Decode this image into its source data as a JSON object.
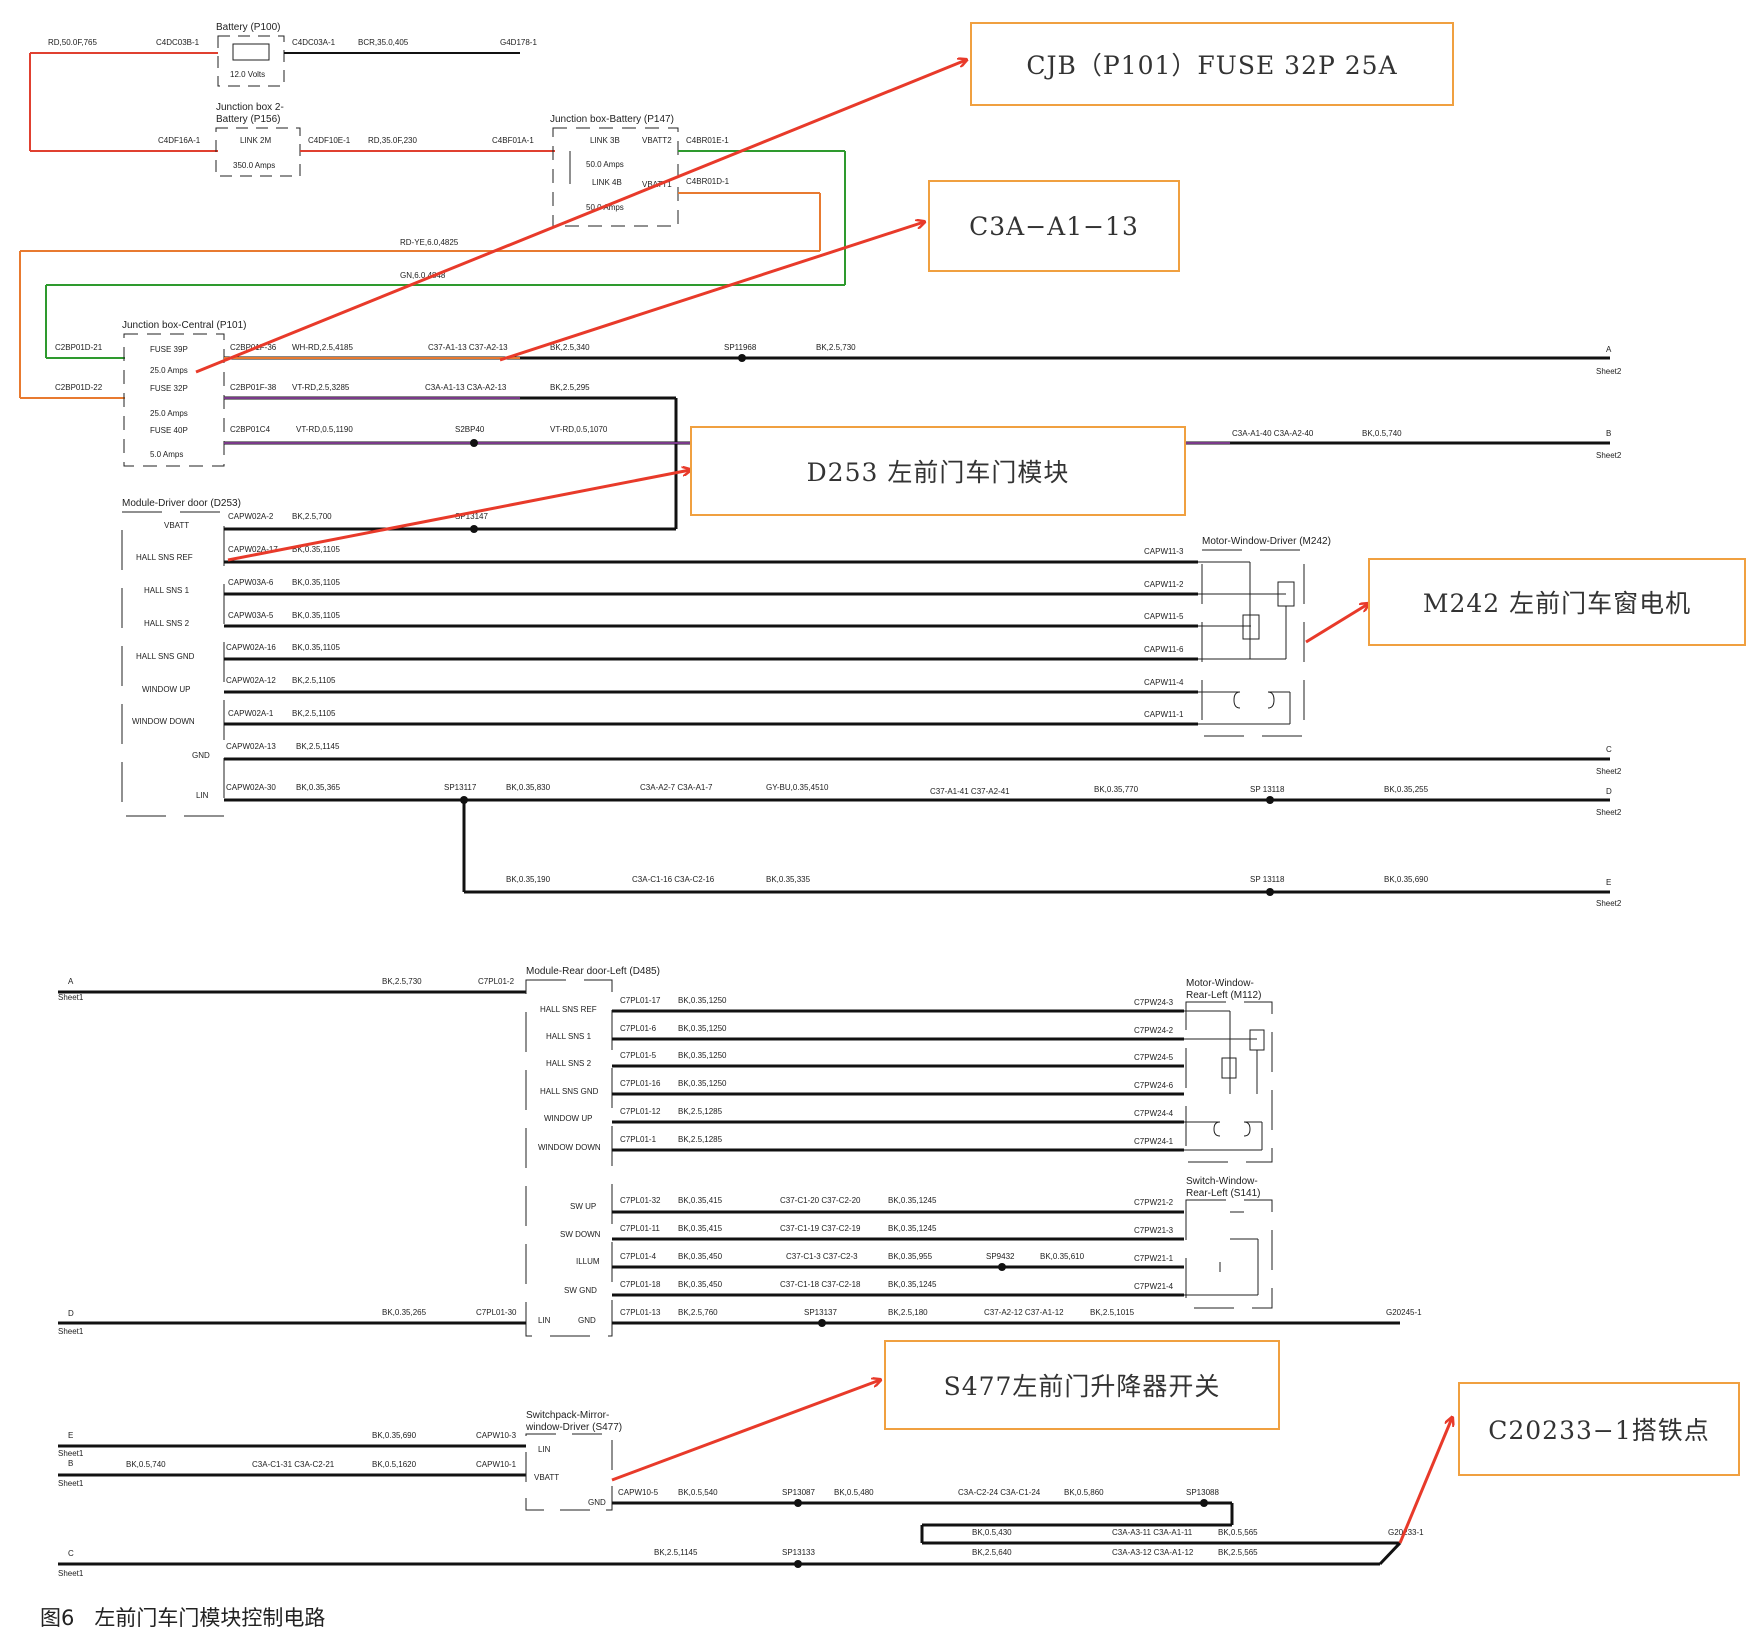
{
  "callouts": {
    "cjb": "CJB（P101）FUSE 32P 25A",
    "c3a": "C3A−A1−13",
    "d253": "D253 左前门车门模块",
    "m242": "M242 左前门车窗电机",
    "s477": "S477左前门升降器开关",
    "c20233": "C20233−1搭铁点"
  },
  "caption": {
    "fig": "图6",
    "title": "左前门车门模块控制电路"
  },
  "colors": {
    "callout_border": "#f0a040",
    "arrow": "#e83a2a",
    "wire_red": "#e04030",
    "wire_green": "#2e9a2e",
    "wire_orange": "#e87a30",
    "wire_black": "#111111",
    "wire_violet": "#7a3a8a"
  },
  "components": {
    "battery": "Battery (P100)",
    "battery_volts": "12.0 Volts",
    "jb2_line1": "Junction box 2-",
    "jb2_line2": "Battery (P156)",
    "jb2_link": "LINK 2M",
    "jb2_amps": "350.0 Amps",
    "jbb": "Junction box-Battery (P147)",
    "jbb_link3b": "LINK 3B",
    "jbb_amps1": "50.0 Amps",
    "jbb_link4b": "LINK 4B",
    "jbb_amps2": "50.0 Amps",
    "jbb_vbatt1": "VBATT2",
    "jbb_vbatt2": "VBATT1",
    "cjb": "Junction box-Central (P101)",
    "fuse39": "FUSE 39P",
    "fuse32": "FUSE 32P",
    "fuse40": "FUSE 40P",
    "a25_1": "25.0 Amps",
    "a25_2": "25.0 Amps",
    "a5": "5.0 Amps",
    "dd": "Module-Driver door (D253)",
    "motor": "Motor-Window-Driver (M242)",
    "rd": "Module-Rear door-Left (D485)",
    "motor_rl1": "Motor-Window-",
    "motor_rl2": "Rear-Left (M112)",
    "sw_rl1": "Switch-Window-",
    "sw_rl2": "Rear-Left (S141)",
    "sp1": "Switchpack-Mirror-",
    "sp2": "window-Driver (S477)"
  },
  "pins_driver": [
    "VBATT",
    "HALL SNS REF",
    "HALL SNS 1",
    "HALL SNS 2",
    "HALL SNS GND",
    "WINDOW UP",
    "WINDOW DOWN",
    "GND",
    "LIN"
  ],
  "pins_rear": [
    "HALL SNS REF",
    "HALL SNS 1",
    "HALL SNS 2",
    "HALL SNS GND",
    "WINDOW UP",
    "WINDOW DOWN",
    "SW UP",
    "SW DOWN",
    "ILLUM",
    "SW GND",
    "LIN",
    "GND"
  ],
  "pins_s477": [
    "LIN",
    "VBATT",
    "GND"
  ],
  "labels": {
    "w_rd50": "RD,50.0F,765",
    "w_c40": "C4DC03B-1",
    "w_c40a": "C4DC03A-1",
    "w_bcr": "BCR,35.0,405",
    "w_g4": "G4D178-1",
    "w_c4df16": "C4DF16A-1",
    "w_c4df10": "C4DF10E-1",
    "w_rd35": "RD,35.0F,230",
    "w_c4bf01": "C4BF01A-1",
    "w_c4br01e": "C4BR01E-1",
    "w_c4br01d": "C4BR01D-1",
    "w_rdye": "RD-YE,6.0,4825",
    "w_gn": "GN,6.0,4848",
    "w_c2bp1": "C2BP01D-21",
    "w_c2bp2": "C2BP01D-22",
    "w_c2bp01f36": "C2BP01F-36",
    "w_whrd": "WH-RD,2.5,4185",
    "w_c37a1": "C37-A1-13 C37-A2-13",
    "w_bk25_340": "BK,2.5,340",
    "w_sp11968": "SP11968",
    "w_bk25_730": "BK,2.5,730",
    "w_c2bp01f38": "C2BP01F-38",
    "w_vtrd25": "VT-RD,2.5,3285",
    "w_c3a13": "C3A-A1-13 C3A-A2-13",
    "w_bk25_295": "BK,2.5,295",
    "w_c2bp01c4": "C2BP01C4",
    "w_vtrd05": "VT-RD,0.5,1190",
    "w_s2bp40": "S2BP40",
    "w_vtrd05b": "VT-RD,0.5,1070",
    "w_c3a40": "C3A-A1-40 C3A-A2-40",
    "w_bk05_740": "BK,0.5,740",
    "w_capw02a2": "CAPW02A-2",
    "w_bk25_700": "BK,2.5,700",
    "w_sp13147": "SP13147",
    "w_capw02a17": "CAPW02A-17",
    "w_bk035_1": "BK,0.35,1105",
    "w_capw03a6": "CAPW03A-6",
    "w_capw03a5": "CAPW03A-5",
    "w_capw02a16": "CAPW02A-16",
    "w_capw02a12": "CAPW02A-12",
    "w_bk25_1105": "BK,2.5,1105",
    "w_capw02a1": "CAPW02A-1",
    "w_capw02a13": "CAPW02A-13",
    "w_bk25_1145": "BK,2.5,1145",
    "w_capw02a30": "CAPW02A-30",
    "w_bk035_365": "BK,0.35,365",
    "w_sp13117": "SP13117",
    "w_bk035_830": "BK,0.35,830",
    "w_c3aa27": "C3A-A2-7 C3A-A1-7",
    "w_gybu": "GY-BU,0.35,4510",
    "w_c37a41": "C37-A1-41 C37-A2-41",
    "w_bk035_770": "BK,0.35,770",
    "w_sp13118": "SP 13118",
    "w_bk035_255": "BK,0.35,255",
    "w_bk035_190": "BK,0.35,190",
    "w_c3ac116": "C3A-C1-16 C3A-C2-16",
    "w_bk035_335": "BK,0.35,335",
    "w_bk035_690": "BK,0.35,690",
    "m_c11_3": "CAPW11-3",
    "m_c11_2": "CAPW11-2",
    "m_c11_5": "CAPW11-5",
    "m_c11_6": "CAPW11-6",
    "m_c11_4": "CAPW11-4",
    "m_c11_1": "CAPW11-1",
    "off_a": "A",
    "off_b": "B",
    "off_c": "C",
    "off_d": "D",
    "off_e": "E",
    "sheet2": "Sheet2",
    "sheet1": "Sheet1",
    "r_bk25_730": "BK,2.5,730",
    "r_c7pl012": "C7PL01-2",
    "r_c7pl0117": "C7PL01-17",
    "r_bk035_1250": "BK,0.35,1250",
    "r_c7pl016": "C7PL01-6",
    "r_c7pl015": "C7PL01-5",
    "r_c7pl0116": "C7PL01-16",
    "r_c7pl0112": "C7PL01-12",
    "r_bk25_1285": "BK,2.5,1285",
    "r_c7pl011": "C7PL01-1",
    "r_c7pw243": "C7PW24-3",
    "r_c7pw242": "C7PW24-2",
    "r_c7pw245": "C7PW24-5",
    "r_c7pw246": "C7PW24-6",
    "r_c7pw244": "C7PW24-4",
    "r_c7pw241": "C7PW24-1",
    "r_c7pl0132": "C7PL01-32",
    "r_bk035_415": "BK,0.35,415",
    "r_c37c120": "C37-C1-20 C37-C2-20",
    "r_bk035_1245": "BK,0.35,1245",
    "r_c7pl0111": "C7PL01-11",
    "r_c37c119": "C37-C1-19 C37-C2-19",
    "r_c7pl014": "C7PL01-4",
    "r_bk035_450": "BK,0.35,450",
    "r_c37c13": "C37-C1-3 C37-C2-3",
    "r_bk035_955": "BK,0.35,955",
    "r_sp9432": "SP9432",
    "r_bk035_610": "BK,0.35,610",
    "r_c7pl0118": "C7PL01-18",
    "r_c37c118": "C37-C1-18 C37-C2-18",
    "r_c7pw212": "C7PW21-2",
    "r_c7pw213": "C7PW21-3",
    "r_c7pw211": "C7PW21-1",
    "r_c7pw214": "C7PW21-4",
    "r_bk035_265": "BK,0.35,265",
    "r_c7pl0130": "C7PL01-30",
    "r_c7pl0113": "C7PL01-13",
    "r_bk25_760": "BK,2.5,760",
    "r_sp13137": "SP13137",
    "r_bk25_180": "BK,2.5,180",
    "r_c37a212": "C37-A2-12 C37-A1-12",
    "r_bk25_1015": "BK,2.5,1015",
    "r_g20245": "G20245-1",
    "s_bk035_690": "BK,0.35,690",
    "s_capw103": "CAPW10-3",
    "s_bk05_740": "BK,0.5,740",
    "s_c3ac131": "C3A-C1-31 C3A-C2-21",
    "s_bk05_1620": "BK,0.5,1620",
    "s_capw101": "CAPW10-1",
    "s_capw105": "CAPW10-5",
    "s_bk05_540": "BK,0.5,540",
    "s_sp13087": "SP13087",
    "s_bk05_480": "BK,0.5,480",
    "s_c3ac224": "C3A-C2-24 C3A-C1-24",
    "s_bk05_860": "BK,0.5,860",
    "s_sp13088": "SP13088",
    "s_bk05_430": "BK,0.5,430",
    "s_c3aa311": "C3A-A3-11 C3A-A1-11",
    "s_bk05_565": "BK,0.5,565",
    "s_bk25_1145": "BK,2.5,1145",
    "s_sp13133": "SP13133",
    "s_bk25_640": "BK,2.5,640",
    "s_c3aa312": "C3A-A3-12 C3A-A1-12",
    "s_bk25_565": "BK,2.5,565",
    "s_g20233": "G20233-1"
  }
}
